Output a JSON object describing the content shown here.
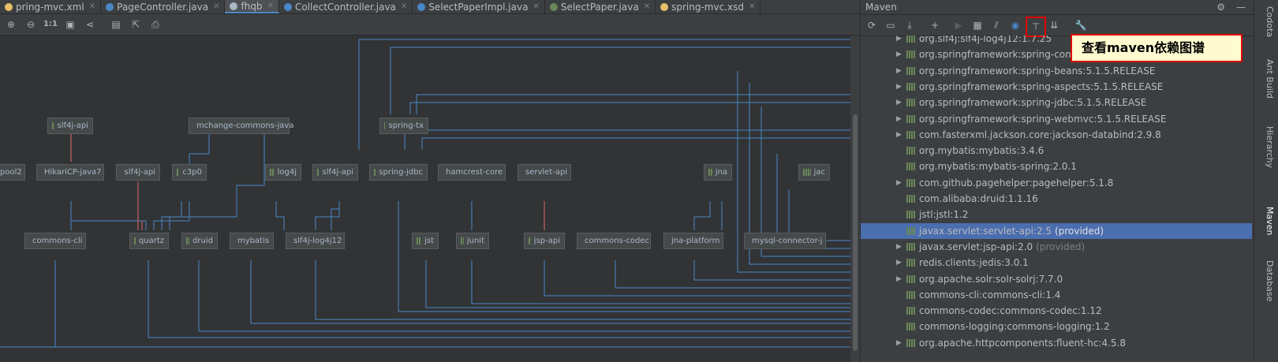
{
  "tabs": [
    {
      "label": "pring-mvc.xml",
      "icon": "xml-file-icon",
      "color": "#e8bf6a"
    },
    {
      "label": "PageController.java",
      "icon": "class-icon",
      "color": "#4a88c7"
    },
    {
      "label": "fhqb",
      "icon": "diagram-icon",
      "color": "#a9b7c6",
      "active": true
    },
    {
      "label": "CollectController.java",
      "icon": "class-icon",
      "color": "#4a88c7"
    },
    {
      "label": "SelectPaperImpl.java",
      "icon": "class-icon",
      "color": "#4a88c7"
    },
    {
      "label": "SelectPaper.java",
      "icon": "interface-icon",
      "color": "#6a8759"
    },
    {
      "label": "spring-mvc.xsd",
      "icon": "xsd-file-icon",
      "color": "#e8bf6a"
    }
  ],
  "diagram_toolbar": {
    "zoom_actual": "1:1"
  },
  "diagram_nodes": {
    "slf4j_api_top": "slf4j-api",
    "mchange": "mchange-commons-java",
    "spring_tx": "spring-tx",
    "pool": "pool2",
    "hikaricp": "HikariCP-java7",
    "slf4j_api_mid": "slf4j-api",
    "c3p0": "c3p0",
    "log4j": "log4j",
    "slf4j_api_mid2": "slf4j-api",
    "spring_jdbc": "spring-jdbc",
    "hamcrest": "hamcrest-core",
    "servlet_api": "servlet-api",
    "jna": "jna",
    "jac": "jac",
    "commons_cli": "commons-cli",
    "quartz": "quartz",
    "druid": "druid",
    "mybatis": "mybatis",
    "slf4j_log4j": "slf4j-log4j12",
    "jst": "jst",
    "junit": "junit",
    "jsp_api": "jsp-api",
    "commons_codec": "commons-codec",
    "jna_platform": "jna-platform",
    "mysql": "mysql-connector-j"
  },
  "maven": {
    "title": "Maven",
    "tooltip": "查看maven依赖图谱",
    "deps": [
      {
        "text": "org.slf4j:slf4j-log4j12:1.7.25",
        "expandable": true,
        "scope": ""
      },
      {
        "text": "org.springframework:spring-cont",
        "expandable": true,
        "scope": ""
      },
      {
        "text": "org.springframework:spring-beans:5.1.5.RELEASE",
        "expandable": true,
        "scope": ""
      },
      {
        "text": "org.springframework:spring-aspects:5.1.5.RELEASE",
        "expandable": true,
        "scope": ""
      },
      {
        "text": "org.springframework:spring-jdbc:5.1.5.RELEASE",
        "expandable": true,
        "scope": ""
      },
      {
        "text": "org.springframework:spring-webmvc:5.1.5.RELEASE",
        "expandable": true,
        "scope": ""
      },
      {
        "text": "com.fasterxml.jackson.core:jackson-databind:2.9.8",
        "expandable": true,
        "scope": ""
      },
      {
        "text": "org.mybatis:mybatis:3.4.6",
        "expandable": false,
        "scope": ""
      },
      {
        "text": "org.mybatis:mybatis-spring:2.0.1",
        "expandable": false,
        "scope": ""
      },
      {
        "text": "com.github.pagehelper:pagehelper:5.1.8",
        "expandable": true,
        "scope": ""
      },
      {
        "text": "com.alibaba:druid:1.1.16",
        "expandable": false,
        "scope": ""
      },
      {
        "text": "jstl:jstl:1.2",
        "expandable": false,
        "scope": ""
      },
      {
        "text": "javax.servlet:servlet-api:2.5",
        "expandable": false,
        "scope": "(provided)",
        "selected": true
      },
      {
        "text": "javax.servlet:jsp-api:2.0",
        "expandable": true,
        "scope": "(provided)"
      },
      {
        "text": "redis.clients:jedis:3.0.1",
        "expandable": true,
        "scope": ""
      },
      {
        "text": "org.apache.solr:solr-solrj:7.7.0",
        "expandable": true,
        "scope": ""
      },
      {
        "text": "commons-cli:commons-cli:1.4",
        "expandable": false,
        "scope": ""
      },
      {
        "text": "commons-codec:commons-codec:1.12",
        "expandable": false,
        "scope": ""
      },
      {
        "text": "commons-logging:commons-logging:1.2",
        "expandable": false,
        "scope": ""
      },
      {
        "text": "org.apache.httpcomponents:fluent-hc:4.5.8",
        "expandable": true,
        "scope": ""
      }
    ]
  },
  "right_tool_tabs": [
    {
      "label": "Codota",
      "active": false
    },
    {
      "label": "Ant Build",
      "active": false
    },
    {
      "label": "Hierarchy",
      "active": false
    },
    {
      "label": "Maven",
      "active": true
    },
    {
      "label": "Database",
      "active": false
    }
  ],
  "colors": {
    "accent": "#4a88c7",
    "selection": "#4b6eaf",
    "highlight": "#e00000",
    "edge": "#4a88c7",
    "edge_conflict": "#e06c6c"
  }
}
